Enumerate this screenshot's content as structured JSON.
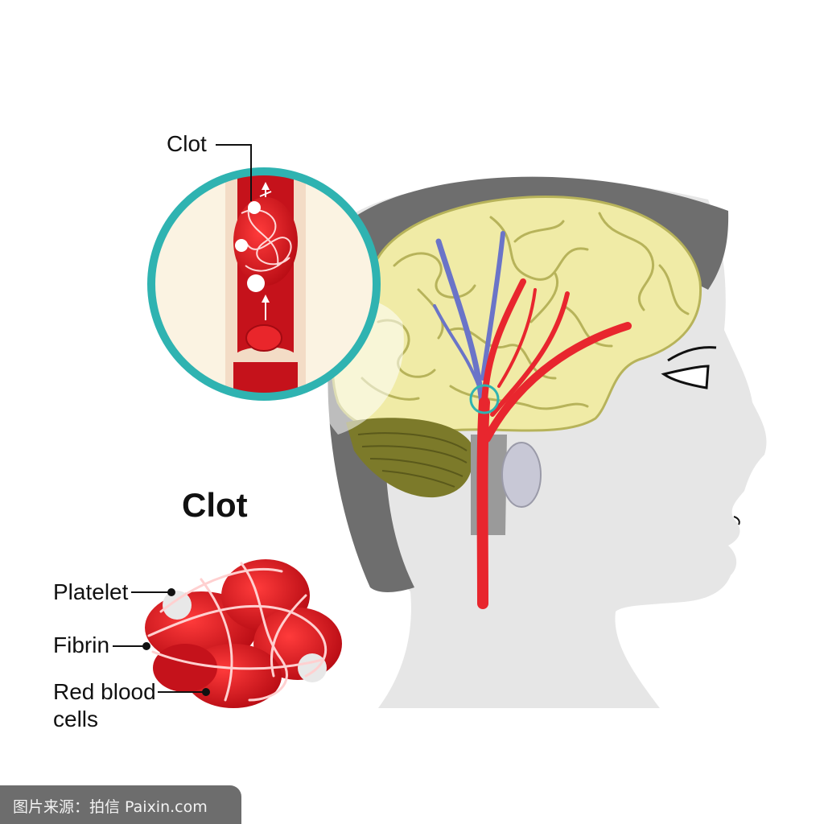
{
  "labels": {
    "inset_clot": "Clot",
    "main_title": "Clot",
    "platelet": "Platelet",
    "fibrin": "Fibrin",
    "red_blood_cells": "Red blood cells"
  },
  "watermark": "图片来源：拍信 Paixin.com",
  "colors": {
    "skin": "#e6e6e6",
    "hair": "#6e6e6e",
    "brain": "#f0eba6",
    "cerebellum": "#7c7a2a",
    "artery": "#e8262e",
    "vein": "#6a74c8",
    "inset_ring": "#2fb3b1",
    "blood": "#c5121b",
    "vessel_wall": "#f3dcc6"
  }
}
